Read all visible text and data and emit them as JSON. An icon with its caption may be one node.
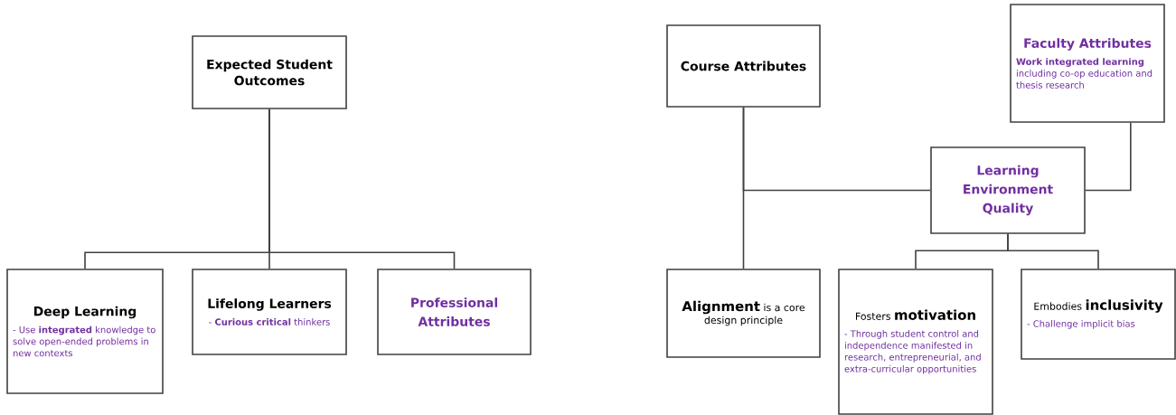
{
  "diagram": {
    "nodes": [
      {
        "text": [
          "Expected Student Outcomes"
        ]
      },
      {
        "text": [
          "Course Attributes"
        ]
      },
      {
        "text": [
          "Faculty Attributes",
          "**Work integrated learning** including co-op education and thesis research"
        ]
      },
      {
        "text": [
          "Learning Environment Quality"
        ]
      },
      {
        "text": [
          "Deep Learning",
          "- Use **integrated** knowledge to solve open-ended problems in new contexts"
        ]
      },
      {
        "text": [
          "Lifelong Learners",
          "- **Curious critical** thinkers"
        ]
      },
      {
        "text": [
          "Professional Attributes"
        ]
      },
      {
        "text": [
          "**Alignment** is a core design principle"
        ]
      },
      {
        "text": [
          "Fosters **motivation**",
          "- Through student control and independence manifested in research, entrepreneurial, and extra-curricular opportunities"
        ]
      },
      {
        "text": [
          "Embodies **inclusivity**",
          "- Challenge implicit bias"
        ]
      }
    ],
    "edges": [
      {
        "from": 0,
        "to": 4,
        "arrow": "none"
      },
      {
        "from": 0,
        "to": 5,
        "arrow": "none"
      },
      {
        "from": 0,
        "to": 6,
        "arrow": "none"
      },
      {
        "from": 1,
        "to": 7,
        "arrow": "none"
      },
      {
        "from": 3,
        "to": 1,
        "arrow": "none"
      },
      {
        "from": 2,
        "to": 3,
        "arrow": "none"
      },
      {
        "from": 3,
        "to": 8,
        "arrow": "none"
      },
      {
        "from": 3,
        "to": 9,
        "arrow": "none"
      }
    ]
  }
}
